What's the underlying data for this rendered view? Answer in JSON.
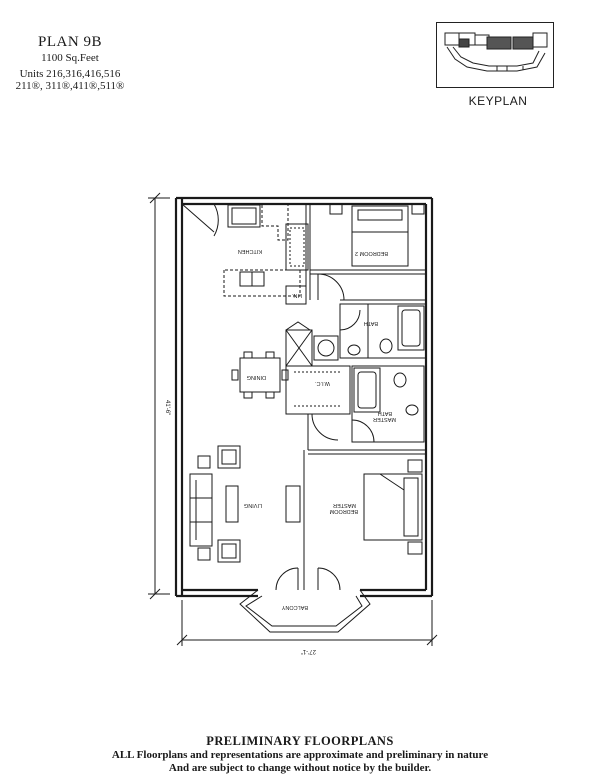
{
  "header": {
    "plan_name": "PLAN 9B",
    "square_feet": "1100 Sq.Feet",
    "units_line1": "Units 216,316,416,516",
    "units_line2": "211®, 311®,411®,511®"
  },
  "keyplan": {
    "label": "KEYPLAN"
  },
  "rooms": {
    "kitchen": "KITCHEN",
    "bedroom2": "BEDROOM 2",
    "bath": "BATH",
    "dining": "DINING",
    "wic": "W.I.C.",
    "lin": "LIN.",
    "master_bath_1": "MASTER",
    "master_bath_2": "BATH",
    "living": "LIVING",
    "master_bedroom_1": "MASTER",
    "master_bedroom_2": "BEDROOM",
    "balcony": "BALCONY"
  },
  "dimensions": {
    "width": "27'-1\"",
    "depth": "41'-6\""
  },
  "footer": {
    "title": "PRELIMINARY FLOORPLANS",
    "line1": "ALL Floorplans and representations are approximate and preliminary in nature",
    "line2": "And are subject to change without notice by the builder."
  }
}
